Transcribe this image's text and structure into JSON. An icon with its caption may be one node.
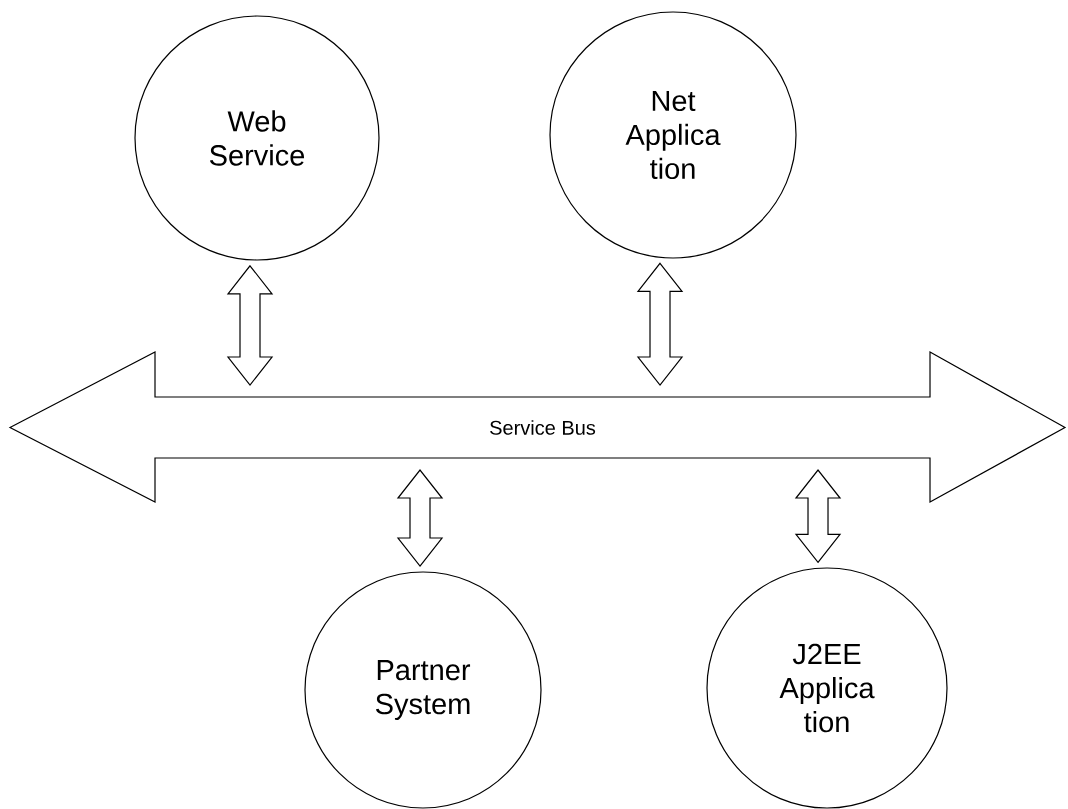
{
  "diagram": {
    "nodes": [
      {
        "text": [
          "Web Service"
        ]
      },
      {
        "text": [
          "Net Applica tion"
        ]
      },
      {
        "text": [
          "Service Bus"
        ]
      },
      {
        "text": [
          "Partner System"
        ]
      },
      {
        "text": [
          "J2EE Applica tion"
        ]
      }
    ],
    "edges": [
      {
        "from": 0,
        "to": 2,
        "arrow": "both"
      },
      {
        "from": 1,
        "to": 2,
        "arrow": "both"
      },
      {
        "from": 3,
        "to": 2,
        "arrow": "both"
      },
      {
        "from": 4,
        "to": 2,
        "arrow": "both"
      }
    ]
  }
}
